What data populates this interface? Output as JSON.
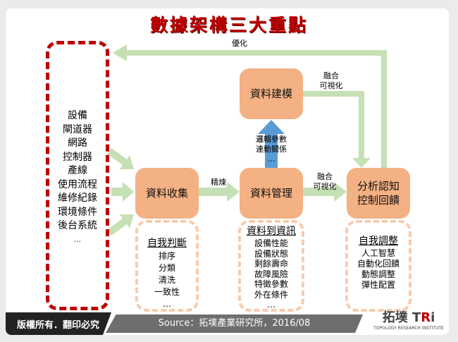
{
  "title": "數據架構三大重點",
  "sources": {
    "items": [
      "設備",
      "閘道器",
      "網路",
      "控制器",
      "產線",
      "使用流程",
      "維修紀錄",
      "環境條件",
      "後台系統",
      "…"
    ]
  },
  "nodes": {
    "collect": "資料收集",
    "manage": "資料管理",
    "model": "資料建模",
    "analyze": [
      "分析認知",
      "控制回饋"
    ]
  },
  "edge_labels": {
    "optimize": "優化",
    "refine": "精煉",
    "fuse_top": [
      "融合",
      "可視化"
    ],
    "fuse_mid": [
      "融合",
      "可視化"
    ],
    "logic": [
      "邏輯參數",
      "連動關係",
      "…"
    ]
  },
  "panels": {
    "self_judge": {
      "heading": "自我判斷",
      "items": [
        "排序",
        "分類",
        "清洗",
        "一致性",
        "…"
      ]
    },
    "data_info": {
      "heading": "資料到資訊",
      "items": [
        "設備性能",
        "設備狀態",
        "剩餘壽命",
        "故障風險",
        "特徵參數",
        "外在條件",
        "…"
      ]
    },
    "self_adjust": {
      "heading": "自我調整",
      "items": [
        "人工智慧",
        "自動化回饋",
        "動態調整",
        "彈性配置"
      ]
    }
  },
  "footer": {
    "copyright": "版權所有．翻印必究",
    "source": "Source：拓墣產業研究所，2016/08",
    "logo": "拓墣TRi",
    "logo_sub": "TOPOLOGY RESEARCH INSTITUTE"
  },
  "colors": {
    "title": "#c00000",
    "node": "#f4b183",
    "arrow": "#c5e0b4",
    "up_arrow": "#5b9bd5",
    "red_dash": "#c00000",
    "panel_dash": "#f8cbad"
  }
}
